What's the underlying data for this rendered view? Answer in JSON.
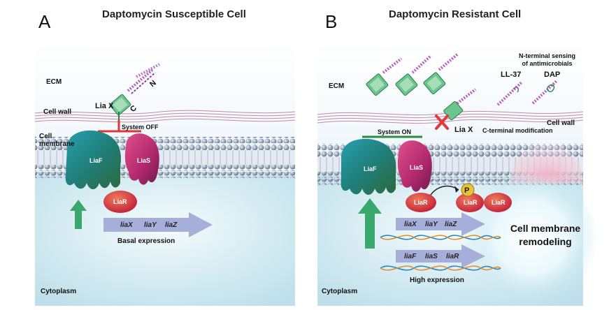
{
  "panel_a": {
    "letter": "A",
    "title": "Daptomycin Susceptible Cell",
    "ecm": "ECM",
    "cell_wall": "Cell wall",
    "cell_membrane": "Cell\nmembrane",
    "cytoplasm": "Cytoplasm",
    "liax": "Lia X",
    "n_term": "N",
    "c_term": "C",
    "system_status": "System OFF",
    "liaf": "LiaF",
    "lias": "LiaS",
    "liar": "LiaR",
    "genes": [
      "liaX",
      "liaY",
      "liaZ"
    ],
    "expression": "Basal expression"
  },
  "panel_b": {
    "letter": "B",
    "title": "Daptomycin Resistant Cell",
    "ecm": "ECM",
    "cell_wall": "Cell wall",
    "cytoplasm": "Cytoplasm",
    "system_status": "System ON",
    "liax": "Lia X",
    "c_mod": "C-terminal modification",
    "sensing": "N-terminal sensing\nof antimicrobials",
    "ll37": "LL-37",
    "dap": "DAP",
    "liaf": "LiaF",
    "lias": "LiaS",
    "liar": "LiaR",
    "phospho": "P",
    "genes_row1": [
      "liaX",
      "liaY",
      "liaZ"
    ],
    "genes_row2": [
      "liaF",
      "liaS",
      "liaR"
    ],
    "expression": "High expression",
    "remodeling": "Cell membrane\nremodeling"
  },
  "colors": {
    "system_off": "#d9373a",
    "system_on": "#2e8b3e",
    "arrow_green": "#3aa76d",
    "gene_arrow": "#9fa8d8",
    "liar_red": "#d9363e"
  }
}
